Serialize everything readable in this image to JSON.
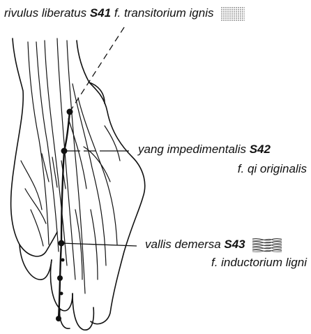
{
  "points": [
    {
      "name": "rivulus liberatus",
      "code": "S41",
      "function": "f. transitorium ignis",
      "texture": "dotted"
    },
    {
      "name": "yang impedimentalis",
      "code": "S42",
      "function": "f. qi originalis",
      "texture": "none"
    },
    {
      "name": "vallis demersa",
      "code": "S43",
      "function": "f. inductorium ligni",
      "texture": "woodgrain"
    }
  ],
  "colors": {
    "ink": "#111111",
    "background": "#ffffff"
  }
}
